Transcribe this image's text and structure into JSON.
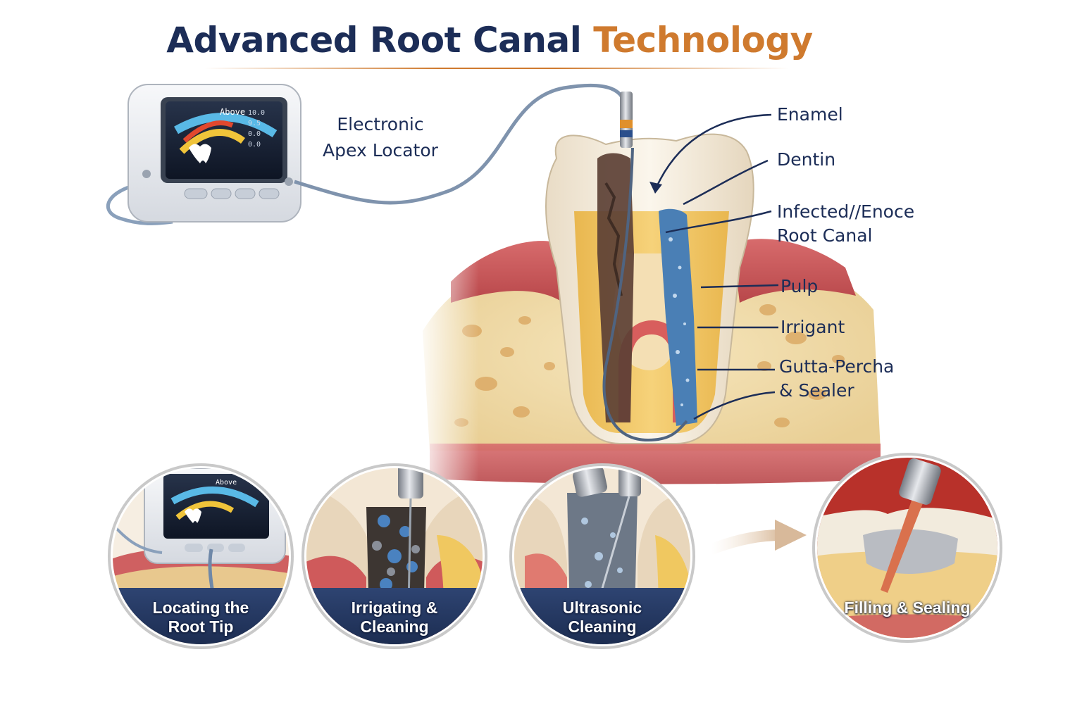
{
  "title": {
    "part1": "Advanced Root Canal",
    "part2": "Technology"
  },
  "device": {
    "label_line1": "Electronic",
    "label_line2": "Apex Locator",
    "screen_text_top": "Above",
    "screen_numbers": [
      "10.0",
      "9.5",
      "0.0",
      "0.0"
    ]
  },
  "labels": [
    {
      "id": "enamel",
      "lines": [
        "Enamel"
      ]
    },
    {
      "id": "dentin",
      "lines": [
        "Dentin"
      ]
    },
    {
      "id": "infected",
      "lines": [
        "Infected//Enoce",
        "Root Canal"
      ]
    },
    {
      "id": "pulp",
      "lines": [
        "Pulp"
      ]
    },
    {
      "id": "irrigant",
      "lines": [
        "Irrigant"
      ]
    },
    {
      "id": "gutta",
      "lines": [
        "Gutta-Percha",
        "& Sealer"
      ]
    }
  ],
  "steps": [
    {
      "line1": "Locating the",
      "line2": "Root Tip",
      "mini_screen_text": "Above"
    },
    {
      "line1": "Irrigating &",
      "line2": "Cleaning"
    },
    {
      "line1": "Ultrasonic",
      "line2": "Cleaning"
    },
    {
      "line1": "Filling & Sealing",
      "line2": ""
    }
  ],
  "colors": {
    "navy": "#1c2d57",
    "orange": "#cf7a2e",
    "gum": "#c9595a",
    "bone": "#f1deb0",
    "pulp": "#f0c860",
    "irrigant": "#4a7fb5",
    "banner": "#23365f"
  },
  "icons": [
    "arrow-right-icon",
    "tooth-icon"
  ]
}
